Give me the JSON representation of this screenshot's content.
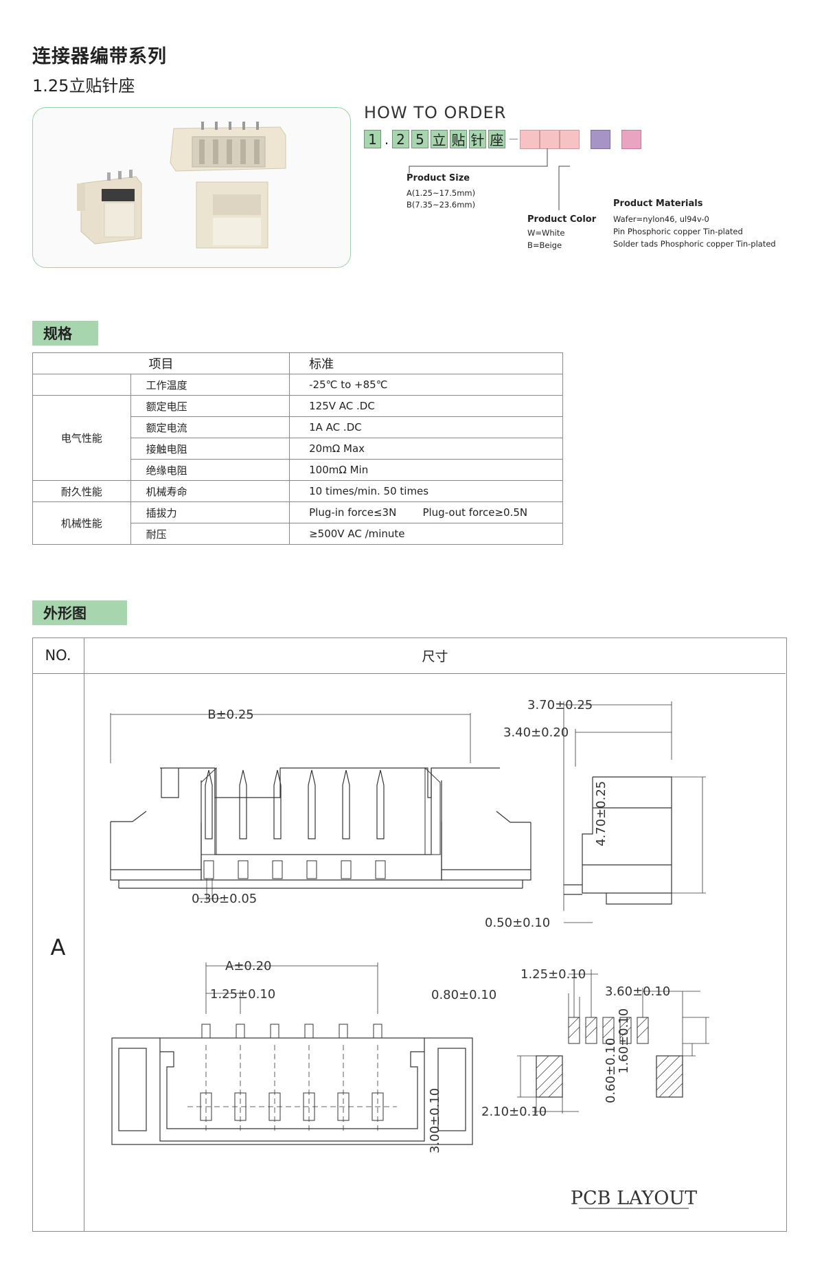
{
  "header": {
    "title": "连接器编带系列",
    "subtitle": "1.25立贴针座"
  },
  "order": {
    "heading": "HOW TO ORDER",
    "code_chars": [
      "1",
      ".",
      "2",
      "5",
      "立",
      "贴",
      "针",
      "座"
    ],
    "product_size_label": "Product Size",
    "product_size_a": "A(1.25~17.5mm)",
    "product_size_b": "B(7.35~23.6mm)",
    "product_color_label": "Product Color",
    "product_color_w": "W=White",
    "product_color_b": "B=Beige",
    "product_materials_label": "Product Materials",
    "materials_1": "Wafer=nylon46, ul94v-0",
    "materials_2": "Pin Phosphoric copper Tin-plated",
    "materials_3": "Solder tads Phosphoric copper Tin-plated",
    "colors": {
      "green": "#a7d5ae",
      "pink": "#f6c2c4",
      "purple": "#a794c6",
      "rose": "#e9a4c2"
    }
  },
  "spec": {
    "section_title": "规格",
    "col_item": "项目",
    "col_standard": "标准",
    "rows": [
      {
        "group": "",
        "item": "工作温度",
        "value": "-25℃ to +85℃"
      },
      {
        "group": "电气性能",
        "item": "额定电压",
        "value": "125V AC .DC"
      },
      {
        "group": "",
        "item": "额定电流",
        "value": "1A AC .DC"
      },
      {
        "group": "",
        "item": "接触电阻",
        "value": "20mΩ Max"
      },
      {
        "group": "",
        "item": "绝缘电阻",
        "value": "100mΩ Min"
      },
      {
        "group": "耐久性能",
        "item": "机械寿命",
        "value": "10 times/min. 50 times"
      },
      {
        "group": "机械性能",
        "item": "插拔力",
        "value": "Plug-in force≤3N        Plug-out force≥0.5N"
      },
      {
        "group": "",
        "item": "耐压",
        "value": "≥500V AC /minute"
      }
    ]
  },
  "outline": {
    "section_title": "外形图",
    "col_no": "NO.",
    "col_dim": "尺寸",
    "row_label": "A",
    "dims": {
      "b": "B±0.25",
      "pin_w": "0.30±0.05",
      "side_w1": "3.70±0.25",
      "side_w2": "3.40±0.20",
      "side_h": "4.70±0.25",
      "side_foot": "0.50±0.10",
      "a": "A±0.20",
      "pitch": "1.25±0.10",
      "pcb_pad_w": "0.80±0.10",
      "pcb_pitch": "1.25±0.10",
      "pcb_end": "3.60±0.10",
      "pcb_h1": "1.60±0.10",
      "pcb_h2": "0.60±0.10",
      "pcb_tab_h": "3.00±0.10",
      "pcb_tab_w": "2.10±0.10",
      "pcb_title": "PCB  LAYOUT"
    }
  }
}
